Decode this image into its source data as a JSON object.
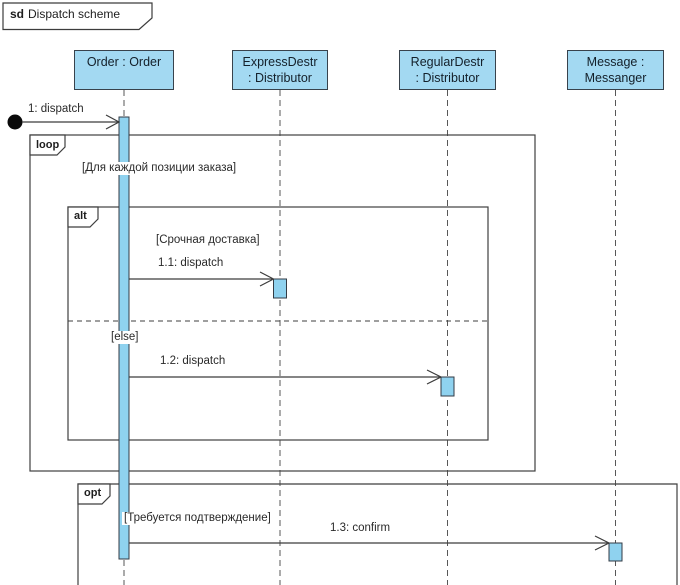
{
  "frame_label": {
    "keyword": "sd",
    "title": "Dispatch scheme"
  },
  "lifelines": [
    {
      "line1": "Order : Order",
      "line2": ""
    },
    {
      "line1": "ExpressDestr",
      "line2": ": Distributor"
    },
    {
      "line1": "RegularDestr",
      "line2": ": Distributor"
    },
    {
      "line1": "Message :",
      "line2": "Messanger"
    }
  ],
  "messages": [
    {
      "label": "1: dispatch"
    },
    {
      "label": "1.1: dispatch"
    },
    {
      "label": "1.2: dispatch"
    },
    {
      "label": "1.3: confirm"
    }
  ],
  "fragments": {
    "loop": {
      "operator": "loop",
      "guard": "[Для каждой позиции заказа]"
    },
    "alt": {
      "operator": "alt",
      "guard_if": "[Срочная доставка]",
      "guard_else": "[else]"
    },
    "opt": {
      "operator": "opt",
      "guard": "[Требуется подтверждение]"
    }
  },
  "colors": {
    "lifeline_box_fill": "#A3D9F2",
    "activation_fill": "#8FD2EF",
    "shape_border": "#38424c",
    "line": "#3c3c3c"
  }
}
